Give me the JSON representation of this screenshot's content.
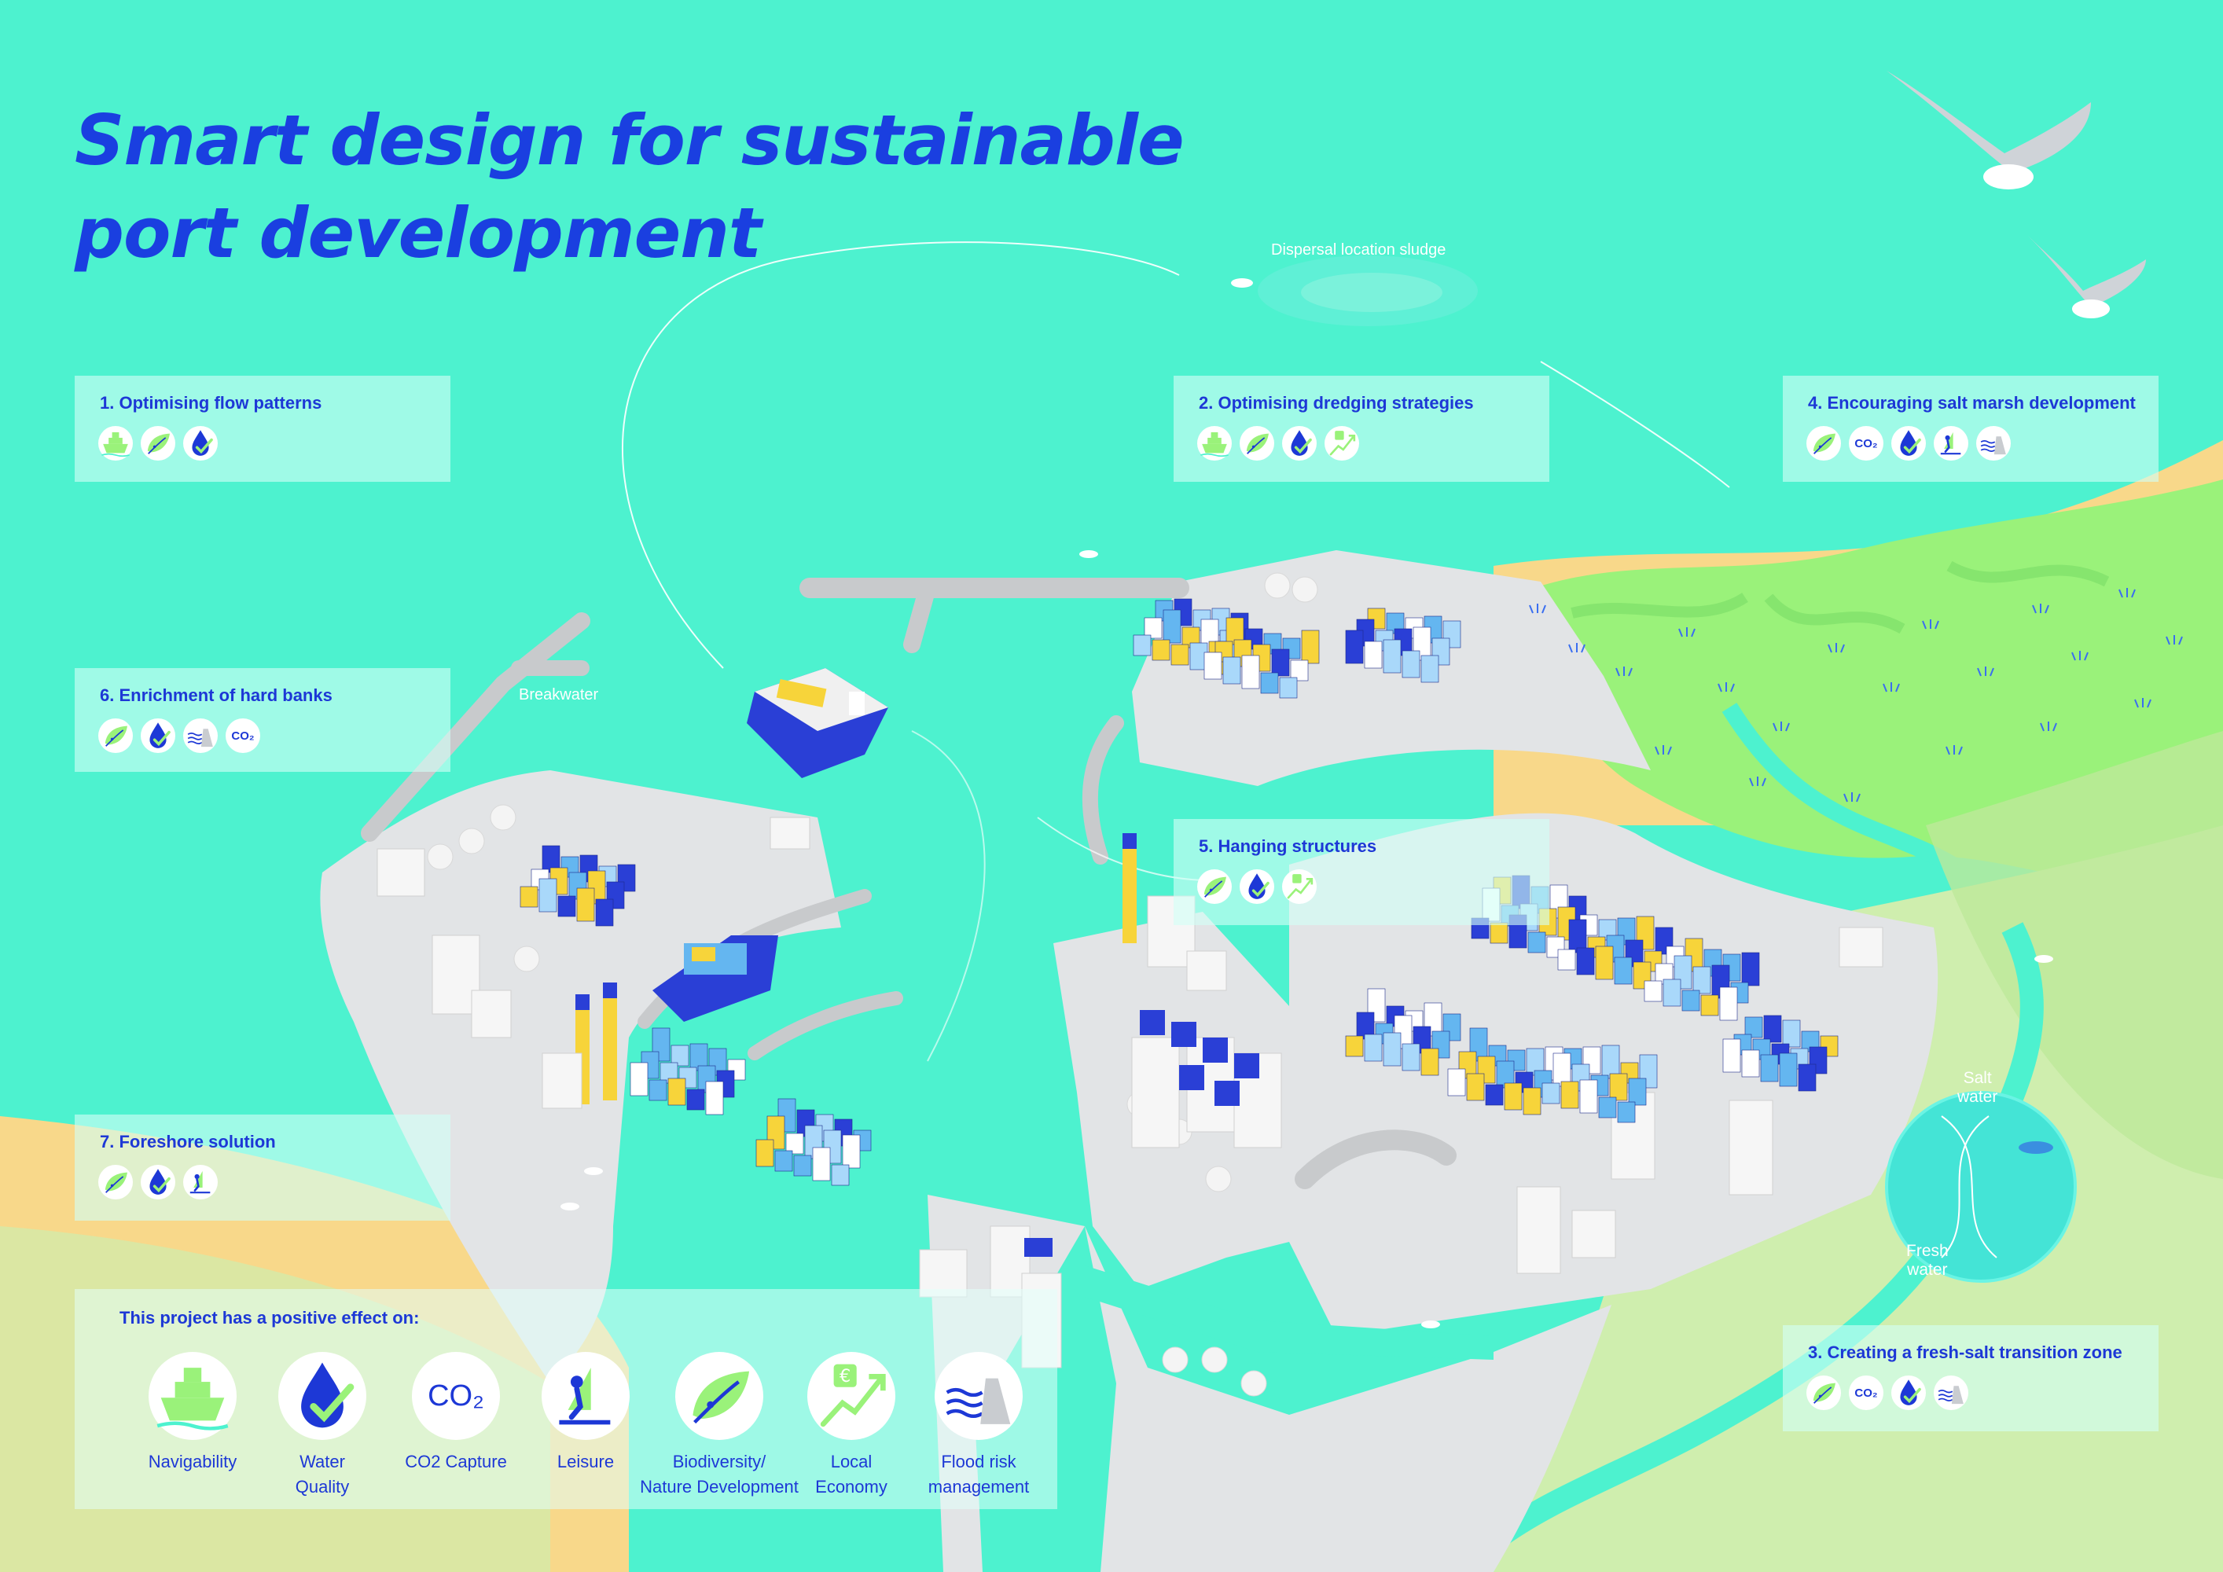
{
  "title": {
    "line1": "Smart design for sustainable",
    "line2": "port development"
  },
  "colors": {
    "sea": "#4df2cf",
    "land": "#e2e4e6",
    "salt_marsh": "#9af27a",
    "sand": "#f8d88a",
    "accent_blue": "#1d38d6",
    "container_yellow": "#f7d43a",
    "container_light_blue": "#64b6f0"
  },
  "map_labels": {
    "dispersal": "Dispersal location sludge",
    "breakwater": "Breakwater",
    "salt_water": [
      "Salt",
      "water"
    ],
    "fresh_water": [
      "Fresh",
      "water"
    ]
  },
  "panels": {
    "p1": {
      "title": "1. Optimising flow patterns",
      "icons": [
        "navigability-icon",
        "biodiversity-icon",
        "water-quality-icon"
      ]
    },
    "p2": {
      "title": "2. Optimising dredging strategies",
      "icons": [
        "navigability-icon",
        "biodiversity-icon",
        "water-quality-icon",
        "local-economy-icon"
      ]
    },
    "p3": {
      "title": "3. Creating a fresh-salt transition zone",
      "icons": [
        "biodiversity-icon",
        "co2-capture-icon",
        "water-quality-icon",
        "flood-risk-icon"
      ],
      "co2": "CO₂"
    },
    "p4": {
      "title": "4. Encouraging salt marsh development",
      "icons": [
        "biodiversity-icon",
        "co2-capture-icon",
        "water-quality-icon",
        "leisure-icon",
        "flood-risk-icon"
      ],
      "co2": "CO₂"
    },
    "p5": {
      "title": "5. Hanging structures",
      "icons": [
        "biodiversity-icon",
        "water-quality-icon",
        "local-economy-icon"
      ]
    },
    "p6": {
      "title": "6. Enrichment of hard banks",
      "icons": [
        "biodiversity-icon",
        "water-quality-icon",
        "flood-risk-icon",
        "co2-capture-icon"
      ],
      "co2": "CO₂"
    },
    "p7": {
      "title": "7. Foreshore solution",
      "icons": [
        "biodiversity-icon",
        "water-quality-icon",
        "leisure-icon"
      ]
    }
  },
  "effects": {
    "title": "This project has a positive effect on:",
    "items": [
      {
        "icon": "navigability-icon",
        "l1": "Navigability",
        "l2": ""
      },
      {
        "icon": "water-quality-icon",
        "l1": "Water",
        "l2": "Quality"
      },
      {
        "icon": "co2-capture-icon",
        "l1": "CO2 Capture",
        "l2": "",
        "glyph": "CO₂"
      },
      {
        "icon": "leisure-icon",
        "l1": "Leisure",
        "l2": ""
      },
      {
        "icon": "biodiversity-icon",
        "l1": "Biodiversity/",
        "l2": "Nature Development"
      },
      {
        "icon": "local-economy-icon",
        "l1": "Local",
        "l2": "Economy",
        "glyph": "€"
      },
      {
        "icon": "flood-risk-icon",
        "l1": "Flood risk",
        "l2": "management"
      }
    ]
  }
}
